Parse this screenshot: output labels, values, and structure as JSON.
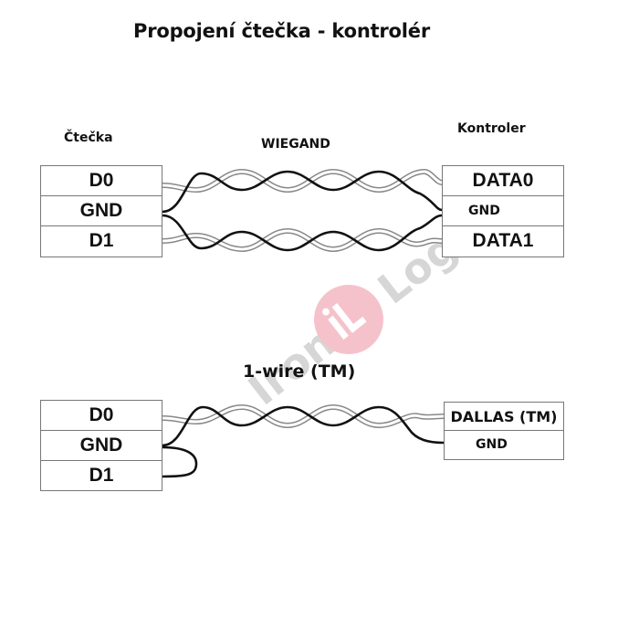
{
  "title": "Propojení čtečka - kontrolér",
  "wiegand": {
    "label": "WIEGAND",
    "reader": {
      "heading": "Čtečka",
      "pins": [
        "D0",
        "GND",
        "D1"
      ]
    },
    "controller": {
      "heading": "Kontroler",
      "pins": [
        "DATA0",
        "GND",
        "DATA1"
      ]
    }
  },
  "onewire": {
    "label": "1-wire (TM)",
    "reader": {
      "pins": [
        "D0",
        "GND",
        "D1"
      ]
    },
    "controller": {
      "pins": [
        "DALLAS (TM)",
        "GND"
      ]
    }
  },
  "watermark": {
    "text_left": "Iron",
    "logo": "iL",
    "text_right": "Logic",
    "color": "#f5c2cb",
    "text_color": "#d9d9d9"
  },
  "colors": {
    "wire_dark": "#111111",
    "wire_light_outline": "#8a8a8a",
    "box_border": "#777777"
  }
}
